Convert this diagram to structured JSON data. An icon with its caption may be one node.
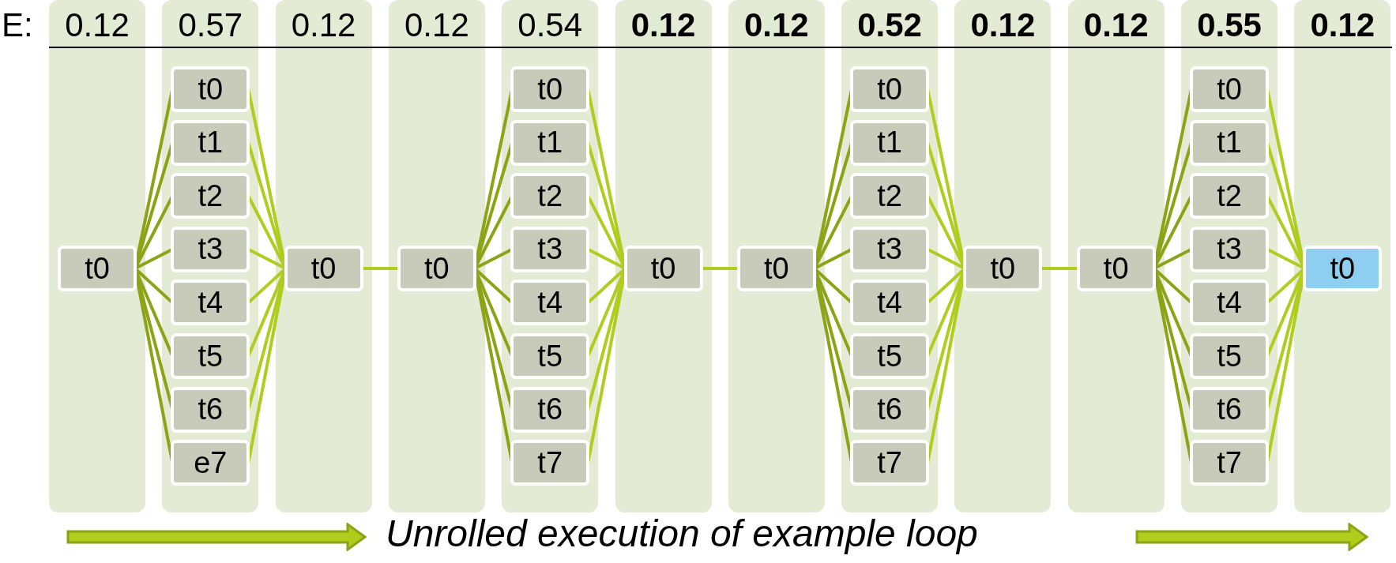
{
  "diagram": {
    "nodes": [
      {
        "text": [],
        "shape": "box"
      },
      {
        "text": [
          "t0"
        ],
        "in": 0
      },
      {
        "text": [],
        "shape": "box"
      },
      {
        "text": [
          "t0"
        ],
        "in": 2
      },
      {
        "text": [
          "t1"
        ],
        "in": 2
      },
      {
        "text": [
          "t2"
        ],
        "in": 2
      },
      {
        "text": [
          "t3"
        ],
        "in": 2
      },
      {
        "text": [
          "t4"
        ],
        "in": 2
      },
      {
        "text": [
          "t5"
        ],
        "in": 2
      },
      {
        "text": [
          "t6"
        ],
        "in": 2
      },
      {
        "text": [
          "e7"
        ],
        "in": 2
      },
      {
        "text": [],
        "shape": "box"
      },
      {
        "text": [
          "t0"
        ],
        "in": 11
      },
      {
        "text": [],
        "shape": "box"
      },
      {
        "text": [
          "t0"
        ],
        "in": 13
      },
      {
        "text": [],
        "shape": "box"
      },
      {
        "text": [
          "t0"
        ],
        "in": 15
      },
      {
        "text": [
          "t1"
        ],
        "in": 15
      },
      {
        "text": [
          "t2"
        ],
        "in": 15
      },
      {
        "text": [
          "t3"
        ],
        "in": 15
      },
      {
        "text": [
          "t4"
        ],
        "in": 15
      },
      {
        "text": [
          "t5"
        ],
        "in": 15
      },
      {
        "text": [
          "t6"
        ],
        "in": 15
      },
      {
        "text": [
          "t7"
        ],
        "in": 15
      },
      {
        "text": [],
        "shape": "box"
      },
      {
        "text": [
          "t0"
        ],
        "in": 24
      },
      {
        "text": [],
        "shape": "box"
      },
      {
        "text": [
          "t0"
        ],
        "in": 26
      },
      {
        "text": [],
        "shape": "box"
      },
      {
        "text": [
          "t0"
        ],
        "in": 28
      },
      {
        "text": [
          "t1"
        ],
        "in": 28
      },
      {
        "text": [
          "t2"
        ],
        "in": 28
      },
      {
        "text": [
          "t3"
        ],
        "in": 28
      },
      {
        "text": [
          "t4"
        ],
        "in": 28
      },
      {
        "text": [
          "t5"
        ],
        "in": 28
      },
      {
        "text": [
          "t6"
        ],
        "in": 28
      },
      {
        "text": [
          "t7"
        ],
        "in": 28
      },
      {
        "text": [],
        "shape": "box"
      },
      {
        "text": [
          "t0"
        ],
        "in": 37
      },
      {
        "text": [],
        "shape": "box"
      },
      {
        "text": [
          "t0"
        ],
        "in": 39
      },
      {
        "text": [],
        "shape": "box"
      },
      {
        "text": [
          "t0"
        ],
        "in": 41
      },
      {
        "text": [
          "t1"
        ],
        "in": 41
      },
      {
        "text": [
          "t2"
        ],
        "in": 41
      },
      {
        "text": [
          "t3"
        ],
        "in": 41
      },
      {
        "text": [
          "t4"
        ],
        "in": 41
      },
      {
        "text": [
          "t5"
        ],
        "in": 41
      },
      {
        "text": [
          "t6"
        ],
        "in": 41
      },
      {
        "text": [
          "t7"
        ],
        "in": 41
      },
      {
        "text": [],
        "shape": "box"
      },
      {
        "text": [
          "t0"
        ],
        "in": 50
      }
    ],
    "edges": [
      {
        "from": 1,
        "to": 3,
        "arrow": "none",
        "color": "#8ba415"
      },
      {
        "from": 1,
        "to": 4,
        "arrow": "none",
        "color": "#8ba415"
      },
      {
        "from": 1,
        "to": 5,
        "arrow": "none",
        "color": "#8ba415"
      },
      {
        "from": 1,
        "to": 6,
        "arrow": "none",
        "color": "#8ba415"
      },
      {
        "from": 1,
        "to": 7,
        "arrow": "none",
        "color": "#8ba415"
      },
      {
        "from": 1,
        "to": 8,
        "arrow": "none",
        "color": "#8ba415"
      },
      {
        "from": 1,
        "to": 9,
        "arrow": "none",
        "color": "#8ba415"
      },
      {
        "from": 1,
        "to": 10,
        "arrow": "none",
        "color": "#8ba415"
      },
      {
        "from": 3,
        "to": 12,
        "arrow": "none"
      },
      {
        "from": 4,
        "to": 12,
        "arrow": "none"
      },
      {
        "from": 5,
        "to": 12,
        "arrow": "none"
      },
      {
        "from": 6,
        "to": 12,
        "arrow": "none"
      },
      {
        "from": 7,
        "to": 12,
        "arrow": "none"
      },
      {
        "from": 8,
        "to": 12,
        "arrow": "none"
      },
      {
        "from": 9,
        "to": 12,
        "arrow": "none"
      },
      {
        "from": 10,
        "to": 12,
        "arrow": "none"
      },
      {
        "from": 12,
        "to": 14,
        "arrow": "none"
      },
      {
        "from": 14,
        "to": 16,
        "arrow": "none",
        "color": "#8ba415"
      },
      {
        "from": 14,
        "to": 17,
        "arrow": "none",
        "color": "#8ba415"
      },
      {
        "from": 14,
        "to": 18,
        "arrow": "none",
        "color": "#8ba415"
      },
      {
        "from": 14,
        "to": 19,
        "arrow": "none",
        "color": "#8ba415"
      },
      {
        "from": 14,
        "to": 20,
        "arrow": "none",
        "color": "#8ba415"
      },
      {
        "from": 14,
        "to": 21,
        "arrow": "none",
        "color": "#8ba415"
      },
      {
        "from": 14,
        "to": 22,
        "arrow": "none",
        "color": "#8ba415"
      },
      {
        "from": 14,
        "to": 23,
        "arrow": "none",
        "color": "#8ba415"
      },
      {
        "from": 16,
        "to": 25,
        "arrow": "none"
      },
      {
        "from": 17,
        "to": 25,
        "arrow": "none"
      },
      {
        "from": 18,
        "to": 25,
        "arrow": "none"
      },
      {
        "from": 19,
        "to": 25,
        "arrow": "none"
      },
      {
        "from": 20,
        "to": 25,
        "arrow": "none"
      },
      {
        "from": 21,
        "to": 25,
        "arrow": "none"
      },
      {
        "from": 22,
        "to": 25,
        "arrow": "none"
      },
      {
        "from": 23,
        "to": 25,
        "arrow": "none"
      },
      {
        "from": 25,
        "to": 27,
        "arrow": "none"
      },
      {
        "from": 27,
        "to": 29,
        "arrow": "none",
        "color": "#8ba415"
      },
      {
        "from": 27,
        "to": 30,
        "arrow": "none",
        "color": "#8ba415"
      },
      {
        "from": 27,
        "to": 31,
        "arrow": "none",
        "color": "#8ba415"
      },
      {
        "from": 27,
        "to": 32,
        "arrow": "none",
        "color": "#8ba415"
      },
      {
        "from": 27,
        "to": 33,
        "arrow": "none",
        "color": "#8ba415"
      },
      {
        "from": 27,
        "to": 34,
        "arrow": "none",
        "color": "#8ba415"
      },
      {
        "from": 27,
        "to": 35,
        "arrow": "none",
        "color": "#8ba415"
      },
      {
        "from": 27,
        "to": 36,
        "arrow": "none",
        "color": "#8ba415"
      },
      {
        "from": 29,
        "to": 38,
        "arrow": "none"
      },
      {
        "from": 30,
        "to": 38,
        "arrow": "none"
      },
      {
        "from": 31,
        "to": 38,
        "arrow": "none"
      },
      {
        "from": 32,
        "to": 38,
        "arrow": "none"
      },
      {
        "from": 33,
        "to": 38,
        "arrow": "none"
      },
      {
        "from": 34,
        "to": 38,
        "arrow": "none"
      },
      {
        "from": 35,
        "to": 38,
        "arrow": "none"
      },
      {
        "from": 36,
        "to": 38,
        "arrow": "none"
      },
      {
        "from": 38,
        "to": 40,
        "arrow": "none"
      },
      {
        "from": 40,
        "to": 42,
        "arrow": "none",
        "color": "#8ba415"
      },
      {
        "from": 40,
        "to": 43,
        "arrow": "none",
        "color": "#8ba415"
      },
      {
        "from": 40,
        "to": 44,
        "arrow": "none",
        "color": "#8ba415"
      },
      {
        "from": 40,
        "to": 45,
        "arrow": "none",
        "color": "#8ba415"
      },
      {
        "from": 40,
        "to": 46,
        "arrow": "none",
        "color": "#8ba415"
      },
      {
        "from": 40,
        "to": 47,
        "arrow": "none",
        "color": "#8ba415"
      },
      {
        "from": 40,
        "to": 48,
        "arrow": "none",
        "color": "#8ba415"
      },
      {
        "from": 40,
        "to": 49,
        "arrow": "none",
        "color": "#8ba415"
      },
      {
        "from": 42,
        "to": 51,
        "arrow": "none"
      },
      {
        "from": 43,
        "to": 51,
        "arrow": "none"
      },
      {
        "from": 44,
        "to": 51,
        "arrow": "none"
      },
      {
        "from": 45,
        "to": 51,
        "arrow": "none"
      },
      {
        "from": 46,
        "to": 51,
        "arrow": "none"
      },
      {
        "from": 47,
        "to": 51,
        "arrow": "none"
      },
      {
        "from": 48,
        "to": 51,
        "arrow": "none"
      },
      {
        "from": 49,
        "to": 51,
        "arrow": "none"
      }
    ],
    "labels": [
      "E:",
      "0.12",
      "0.57",
      "0.12",
      "0.12",
      "0.54",
      "0.12",
      "0.12",
      "0.52",
      "0.12",
      "0.12",
      "0.55",
      "0.12",
      "Unrolled execution of example loop"
    ]
  }
}
